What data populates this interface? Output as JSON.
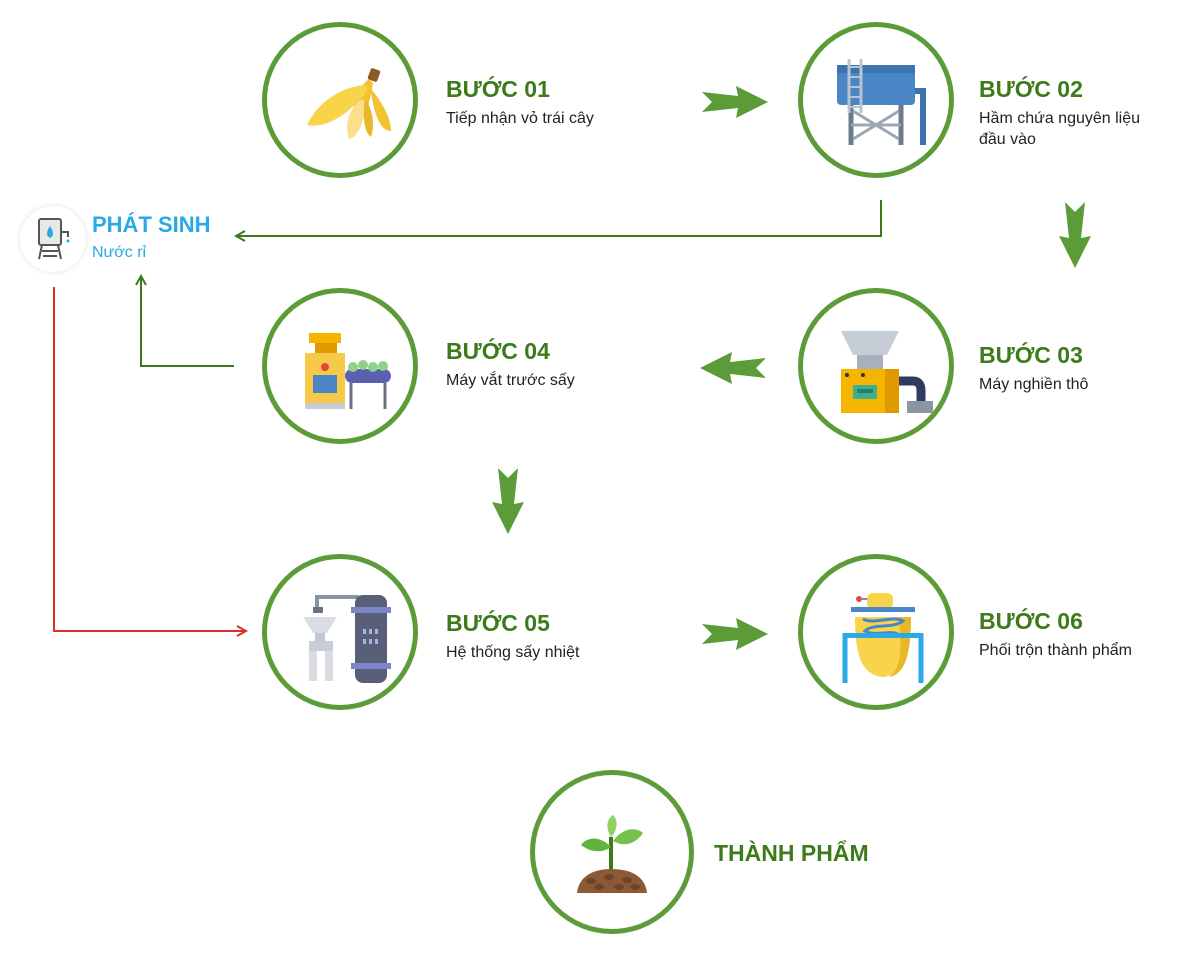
{
  "colors": {
    "accent_green": "#5b9c38",
    "title_green": "#3d7a1a",
    "blue": "#29a9e6",
    "red": "#d9302c"
  },
  "steps": [
    {
      "title": "BƯỚC 01",
      "desc": "Tiếp nhận vỏ trái cây",
      "icon": "banana-peel-icon"
    },
    {
      "title": "BƯỚC 02",
      "desc": "Hầm chứa nguyên liệu\nđầu vào",
      "icon": "water-tank-icon"
    },
    {
      "title": "BƯỚC 03",
      "desc": "Máy nghiền thô",
      "icon": "crusher-machine-icon"
    },
    {
      "title": "BƯỚC 04",
      "desc": "Máy vắt trước sấy",
      "icon": "press-machine-icon"
    },
    {
      "title": "BƯỚC 05",
      "desc": "Hệ thống sấy nhiệt",
      "icon": "thermal-dryer-icon"
    },
    {
      "title": "BƯỚC 06",
      "desc": "Phối trộn thành phẩm",
      "icon": "mixer-icon"
    }
  ],
  "byproduct": {
    "title": "PHÁT SINH",
    "desc": "Nước rỉ",
    "icon": "leachate-tank-icon"
  },
  "product": {
    "title": "THÀNH PHẨM",
    "icon": "seedling-icon"
  }
}
